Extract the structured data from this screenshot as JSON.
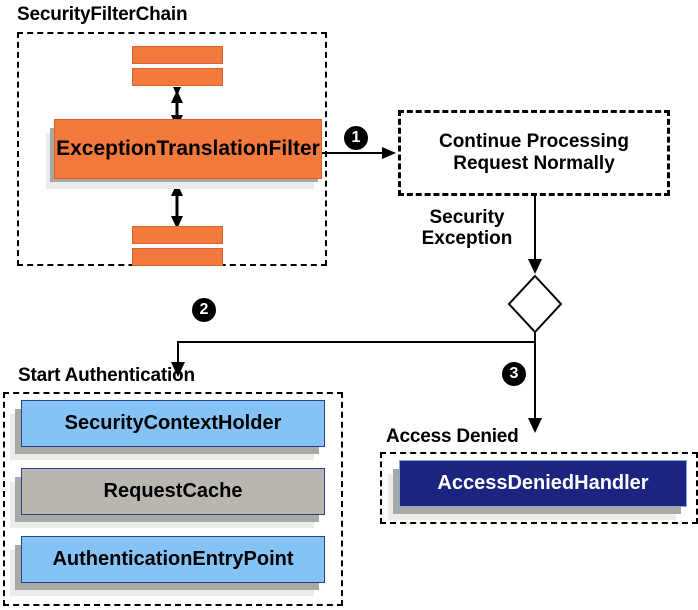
{
  "diagram": {
    "title_hidden": "",
    "groups": [
      {
        "id": "security-filter-chain",
        "label": "SecurityFilterChain"
      },
      {
        "id": "start-authentication",
        "label": "Start Authentication"
      },
      {
        "id": "access-denied",
        "label": "Access Denied"
      }
    ],
    "nodes": {
      "exception_translation_filter": "ExceptionTranslationFilter",
      "continue_processing": "Continue Processing Request Normally",
      "security_context_holder": "SecurityContextHolder",
      "request_cache": "RequestCache",
      "authentication_entry_point": "AuthenticationEntryPoint",
      "access_denied_handler": "AccessDeniedHandler"
    },
    "edge_labels": {
      "security_exception": "Security Exception"
    },
    "steps": [
      {
        "number": "1",
        "glyph": "❶"
      },
      {
        "number": "2",
        "glyph": "❷"
      },
      {
        "number": "3",
        "glyph": "❸"
      }
    ],
    "colors": {
      "orange": "#f4793c",
      "light_blue": "#85c2f5",
      "gray_tan": "#b8b6ae",
      "dark_blue": "#1b2580",
      "shadow_dark": "#a9a9a4",
      "shadow_light": "#ececeb",
      "stroke": "#000000"
    },
    "decision_node": "diamond"
  }
}
